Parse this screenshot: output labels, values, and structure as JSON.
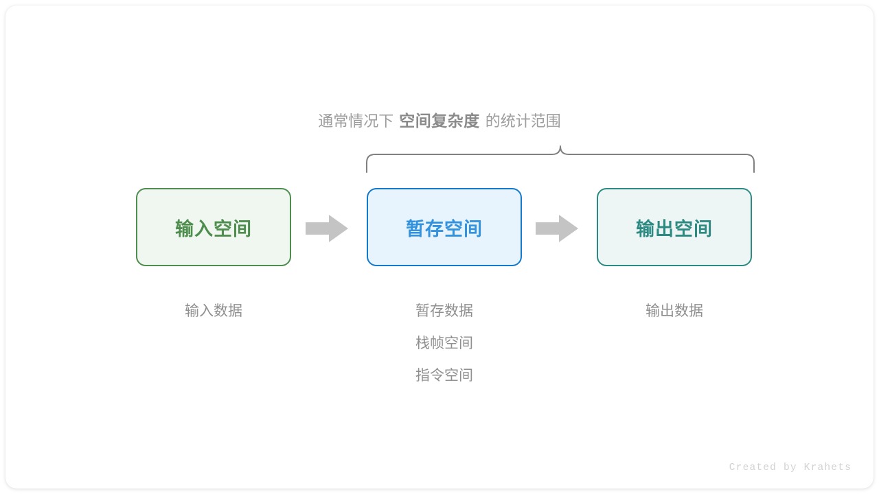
{
  "caption": {
    "prefix": "通常情况下",
    "emphasis": "空间复杂度",
    "suffix": "的统计范围"
  },
  "brace": {
    "color": "#808080",
    "name": "curly-brace-spanning-temp-and-output"
  },
  "boxes": [
    {
      "key": "input",
      "label": "输入空间",
      "border_color": "#4e8d4e",
      "fill_color": "#f0f7f0",
      "text_color": "#4e8d4e"
    },
    {
      "key": "temp",
      "label": "暂存空间",
      "border_color": "#1379ca",
      "fill_color": "#e8f4fd",
      "text_color": "#3392dd"
    },
    {
      "key": "output",
      "label": "输出空间",
      "border_color": "#2c8a83",
      "fill_color": "#eef6f5",
      "text_color": "#2c8a83"
    }
  ],
  "arrows": [
    {
      "key": "input-to-temp",
      "color": "#c4c4c4"
    },
    {
      "key": "temp-to-output",
      "color": "#c4c4c4"
    }
  ],
  "sublabels": {
    "input": [
      "输入数据"
    ],
    "temp": [
      "暂存数据",
      "栈帧空间",
      "指令空间"
    ],
    "output": [
      "输出数据"
    ]
  },
  "watermark": "Created by Krahets"
}
